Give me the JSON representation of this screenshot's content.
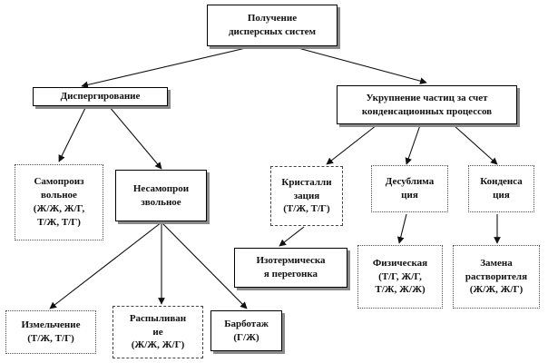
{
  "nodes": {
    "root": "Получение\nдисперсных систем",
    "dispersion": "Диспергирование",
    "condensation": "Укрупнение частиц за счет\nконденсационных процессов",
    "spontaneous": "Самопроиз\nвольное\n(Ж/Ж, Ж/Г,\nТ/Ж, Т/Г)",
    "nonspontaneous": "Несамопрои\nзвольное",
    "crystallization": "Кристалли\nзация\n(Т/Ж, Т/Г)",
    "desublimation": "Десублима\nция",
    "condensation_proc": "Конденса\nция",
    "isothermal": "Изотермическа\nя перегонка",
    "physical": "Физическая\n(Т/Г, Ж/Г,\nТ/Ж, Ж/Ж)",
    "solvent_change": "Замена\nрастворителя\n(Ж/Ж, Ж/Г)",
    "grinding": "Измельчение\n(Т/Ж, Т/Г)",
    "spraying": "Распыливан\nие\n(Ж/Ж, Ж/Г)",
    "bubbling": "Барботаж\n(Г/Ж)"
  }
}
